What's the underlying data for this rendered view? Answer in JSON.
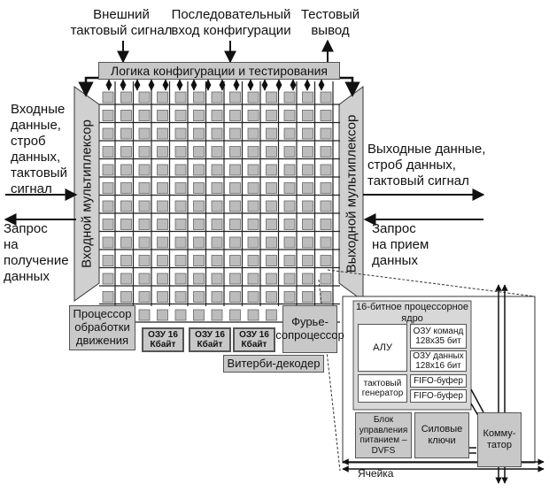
{
  "labels": {
    "ext_clock": "Внешний тактовый сигнал",
    "config_input": "Последовательный вход конфигурации",
    "test_output": "Тестовый вывод",
    "config_logic": "Логика конфигурации и тестирования",
    "input_data": "Входные данные, строб данных, тактовый сигнал",
    "input_request": "Запрос на получение данных",
    "output_data": "Выходные данные, строб данных, тактовый сигнал",
    "output_request": "Запрос на прием данных",
    "input_mux": "Входной мультиплексор",
    "output_mux": "Выходной мультиплексор"
  },
  "blocks": {
    "motion_processor": "Процессор обработки движения",
    "ram1": "ОЗУ 16 Кбайт",
    "ram2": "ОЗУ 16 Кбайт",
    "ram3": "ОЗУ 16 Кбайт",
    "fourier": "Фурье-сопроцессор",
    "viterbi": "Витерби-декодер"
  },
  "cell": {
    "core_title": "16-битное процессорное ядро",
    "alu": "АЛУ",
    "instr_ram": "ОЗУ команд 128х35 бит",
    "data_ram": "ОЗУ данных 128х16 бит",
    "clock_gen": "тактовый генератор",
    "fifo1": "FIFO-буфер",
    "fifo2": "FIFO-буфер",
    "power_block": "Блок управления питанием – DVFS",
    "power_switches": "Силовые ключи",
    "switch": "Комму-татор",
    "cell_label": "Ячейка"
  },
  "colors": {
    "block_fill": "#c8c8c8",
    "cell_fill": "#bcbcbc",
    "line": "#111111"
  }
}
